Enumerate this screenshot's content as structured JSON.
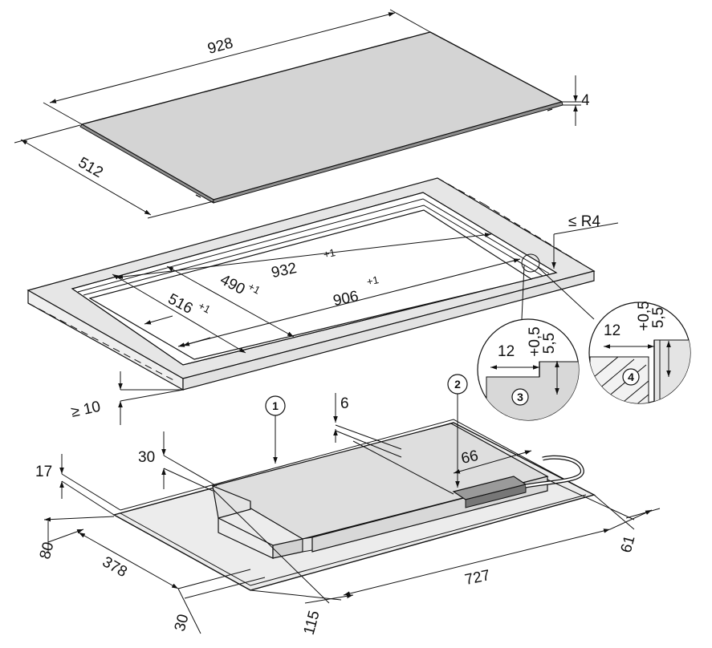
{
  "glass_top": {
    "width_label": "928",
    "depth_label": "512",
    "thickness_label": "4"
  },
  "cutout_frame": {
    "outer_length_label": "932",
    "outer_length_tol": "+1",
    "inner_length_label": "906",
    "inner_length_tol": "+1",
    "outer_depth_label": "516",
    "outer_depth_tol": "+1",
    "inner_depth_label": "490",
    "inner_depth_tol": "+1",
    "corner_radius_label": "≤ R4",
    "worktop_thickness_label": "≥ 10"
  },
  "detail_3": {
    "callout": "3",
    "width_label": "12",
    "depth_label": "5,5",
    "depth_tol": "+0,5"
  },
  "detail_4": {
    "callout": "4",
    "width_label": "12",
    "depth_label": "5,5",
    "depth_tol": "+0,5"
  },
  "hob_body": {
    "callout_1": "1",
    "callout_2": "2",
    "dim_6": "6",
    "dim_30_top": "30",
    "dim_17": "17",
    "dim_66": "66",
    "dim_80": "80",
    "dim_378": "378",
    "dim_30_bottom": "30",
    "dim_727": "727",
    "dim_115": "115",
    "dim_61": "61"
  },
  "colors": {
    "glass_fill": "#d4d4d4",
    "frame_fill": "#e6e6e6",
    "body_fill": "#dedede",
    "dark_fill": "#9a9a9a",
    "line": "#111111"
  }
}
